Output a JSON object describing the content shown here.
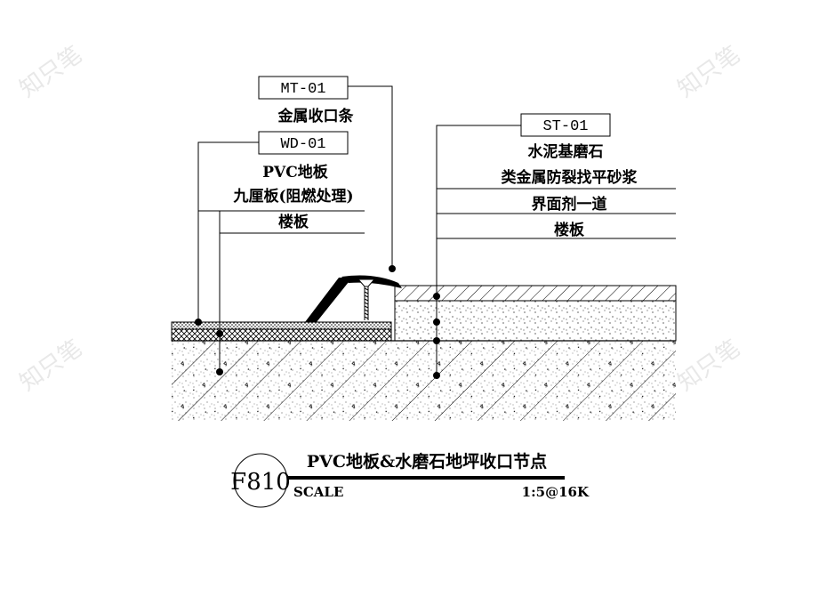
{
  "watermark": "知只笔",
  "callouts": {
    "mt": {
      "code": "MT-01",
      "desc": "金属收口条"
    },
    "wd": {
      "code": "WD-01",
      "layers": [
        "PVC地板",
        "九厘板(阻燃处理)",
        "楼板"
      ]
    },
    "st": {
      "code": "ST-01",
      "layers": [
        "水泥基磨石",
        "类金属防裂找平砂浆",
        "界面剂一道",
        "楼板"
      ]
    }
  },
  "title_block": {
    "detail_number": "F810",
    "title": "PVC地板&水磨石地坪收口节点",
    "scale_label": "SCALE",
    "scale_value": "1:5@16K"
  }
}
